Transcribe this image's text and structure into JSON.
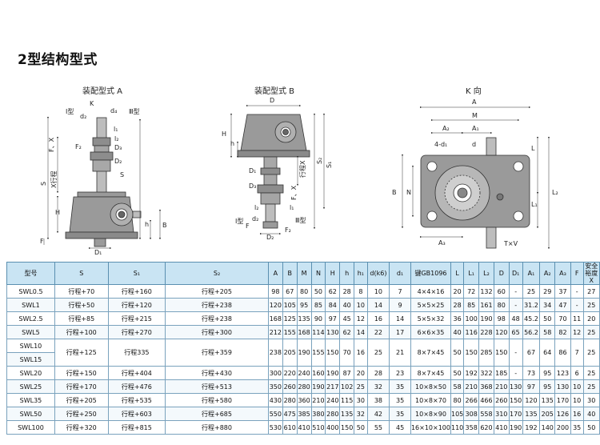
{
  "page": {
    "title": "2型结构型式"
  },
  "figures": {
    "a": {
      "caption": "装配型式 A",
      "labels": {
        "k": "K",
        "type1": "Ⅰ型",
        "type3": "Ⅲ型",
        "d2": "d₂",
        "d4": "d₄",
        "l1": "l₁",
        "fx": "F、X",
        "l2": "l₂",
        "d3": "D₃",
        "f2": "F₂",
        "d2b": "D₂",
        "s": "S",
        "xstroke": "X行程",
        "s_outer": "S",
        "h": "H",
        "h_small": "h",
        "b": "B",
        "f": "F",
        "d1": "D₁"
      }
    },
    "b": {
      "caption": "装配型式 B",
      "labels": {
        "d": "D",
        "h": "H",
        "h_small": "h",
        "s1": "S₁",
        "s2": "S₂",
        "d1": "D₁",
        "d3": "D₃",
        "x_stroke": "行程X",
        "fx": "F、X",
        "l2": "l₂",
        "l1": "l₁",
        "d2": "d₂",
        "type1": "Ⅰ型",
        "type3": "Ⅲ型",
        "f": "F",
        "d2b": "D₂",
        "f2": "F₂"
      }
    },
    "k": {
      "caption": "K 向",
      "labels": {
        "a": "A",
        "m": "M",
        "a2": "A₂",
        "a1": "A₁",
        "d1": "4-d₁",
        "d": "d",
        "l": "L",
        "b": "B",
        "n": "N",
        "l1": "L₁",
        "l2": "L₂",
        "a3": "A₃",
        "txv": "T×V"
      }
    }
  },
  "table": {
    "headers": [
      "型号",
      "S",
      "S₁",
      "S₂",
      "A",
      "B",
      "M",
      "N",
      "H",
      "h",
      "h₁",
      "d(k6)",
      "d₁",
      "键GB1096",
      "L",
      "L₁",
      "L₂",
      "D",
      "D₁",
      "A₁",
      "A₂",
      "A₃",
      "F",
      "安全\n裕度\nX"
    ],
    "rows": [
      [
        "SWL0.5",
        "行程+70",
        "行程+160",
        "行程+205",
        "98",
        "67",
        "80",
        "50",
        "62",
        "28",
        "8",
        "10",
        "7",
        "4×4×16",
        "20",
        "72",
        "132",
        "60",
        "-",
        "25",
        "29",
        "37",
        "-",
        "27"
      ],
      [
        "SWL1",
        "行程+50",
        "行程+120",
        "行程+238",
        "120",
        "105",
        "95",
        "85",
        "84",
        "40",
        "10",
        "14",
        "9",
        "5×5×25",
        "28",
        "85",
        "161",
        "80",
        "-",
        "31.2",
        "34",
        "47",
        "-",
        "25"
      ],
      [
        "SWL2.5",
        "行程+85",
        "行程+215",
        "行程+238",
        "168",
        "125",
        "135",
        "90",
        "97",
        "45",
        "12",
        "16",
        "14",
        "5×5×32",
        "36",
        "100",
        "190",
        "98",
        "48",
        "45.2",
        "50",
        "70",
        "11",
        "20"
      ],
      [
        "SWL5",
        "行程+100",
        "行程+270",
        "行程+300",
        "212",
        "155",
        "168",
        "114",
        "130",
        "62",
        "14",
        "22",
        "17",
        "6×6×35",
        "40",
        "116",
        "228",
        "120",
        "65",
        "56.2",
        "58",
        "82",
        "12",
        "25"
      ]
    ],
    "merged": {
      "models": [
        "SWL10",
        "SWL15"
      ],
      "values": [
        "行程+125",
        "行程335",
        "行程+359",
        "238",
        "205",
        "190",
        "155",
        "150",
        "70",
        "16",
        "25",
        "21",
        "8×7×45",
        "50",
        "150",
        "285",
        "150",
        "-",
        "67",
        "64",
        "86",
        "7",
        "25"
      ]
    },
    "rows2": [
      [
        "SWL20",
        "行程+150",
        "行程+404",
        "行程+430",
        "300",
        "220",
        "240",
        "160",
        "190",
        "87",
        "20",
        "28",
        "23",
        "8×7×45",
        "50",
        "192",
        "322",
        "185",
        "-",
        "73",
        "95",
        "123",
        "6",
        "25"
      ],
      [
        "SWL25",
        "行程+170",
        "行程+476",
        "行程+513",
        "350",
        "260",
        "280",
        "190",
        "217",
        "102",
        "25",
        "32",
        "35",
        "10×8×50",
        "58",
        "210",
        "368",
        "210",
        "130",
        "97",
        "95",
        "130",
        "10",
        "25"
      ],
      [
        "SWL35",
        "行程+205",
        "行程+535",
        "行程+580",
        "430",
        "280",
        "360",
        "210",
        "240",
        "115",
        "30",
        "38",
        "35",
        "10×8×70",
        "80",
        "266",
        "466",
        "260",
        "150",
        "120",
        "135",
        "170",
        "10",
        "30"
      ],
      [
        "SWL50",
        "行程+250",
        "行程+603",
        "行程+685",
        "550",
        "475",
        "385",
        "380",
        "280",
        "135",
        "32",
        "42",
        "35",
        "10×8×90",
        "105",
        "308",
        "558",
        "310",
        "170",
        "135",
        "205",
        "126",
        "16",
        "40"
      ],
      [
        "SWL100",
        "行程+320",
        "行程+815",
        "行程+880",
        "530",
        "610",
        "410",
        "510",
        "400",
        "150",
        "50",
        "55",
        "45",
        "16×10×100",
        "110",
        "358",
        "620",
        "410",
        "190",
        "192",
        "140",
        "200",
        "35",
        "50"
      ]
    ]
  },
  "colors": {
    "housing": "#9a9a9a",
    "line": "#333333",
    "header_bg": "#c9e4f3",
    "border": "#5a8fb0"
  }
}
